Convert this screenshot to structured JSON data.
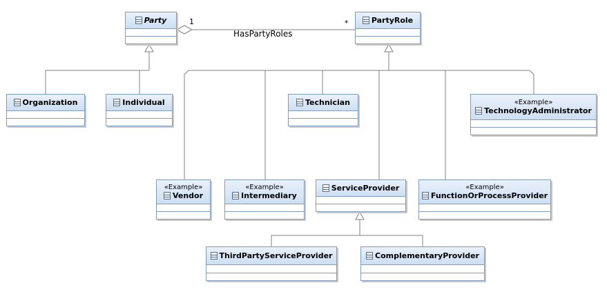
{
  "association": {
    "name": "HasPartyRoles",
    "source_multiplicity": "1",
    "target_multiplicity": "*"
  },
  "classes": {
    "party": {
      "name": "Party"
    },
    "party_role": {
      "name": "PartyRole"
    },
    "organization": {
      "name": "Organization"
    },
    "individual": {
      "name": "Individual"
    },
    "technician": {
      "name": "Technician"
    },
    "technology_administrator": {
      "name": "TechnologyAdministrator",
      "stereotype": "«Example»"
    },
    "vendor": {
      "name": "Vendor",
      "stereotype": "«Example»"
    },
    "intermediary": {
      "name": "Intermediary",
      "stereotype": "«Example»"
    },
    "service_provider": {
      "name": "ServiceProvider"
    },
    "function_or_process_provider": {
      "name": "FunctionOrProcessProvider",
      "stereotype": "«Example»"
    },
    "third_party_service_provider": {
      "name": "ThirdPartyServiceProvider"
    },
    "complementary_provider": {
      "name": "ComplementaryProvider"
    }
  },
  "colors": {
    "border": "#7f9db9",
    "header_top": "#e9f1fb",
    "header_bottom": "#cddff3",
    "line": "#808080"
  }
}
